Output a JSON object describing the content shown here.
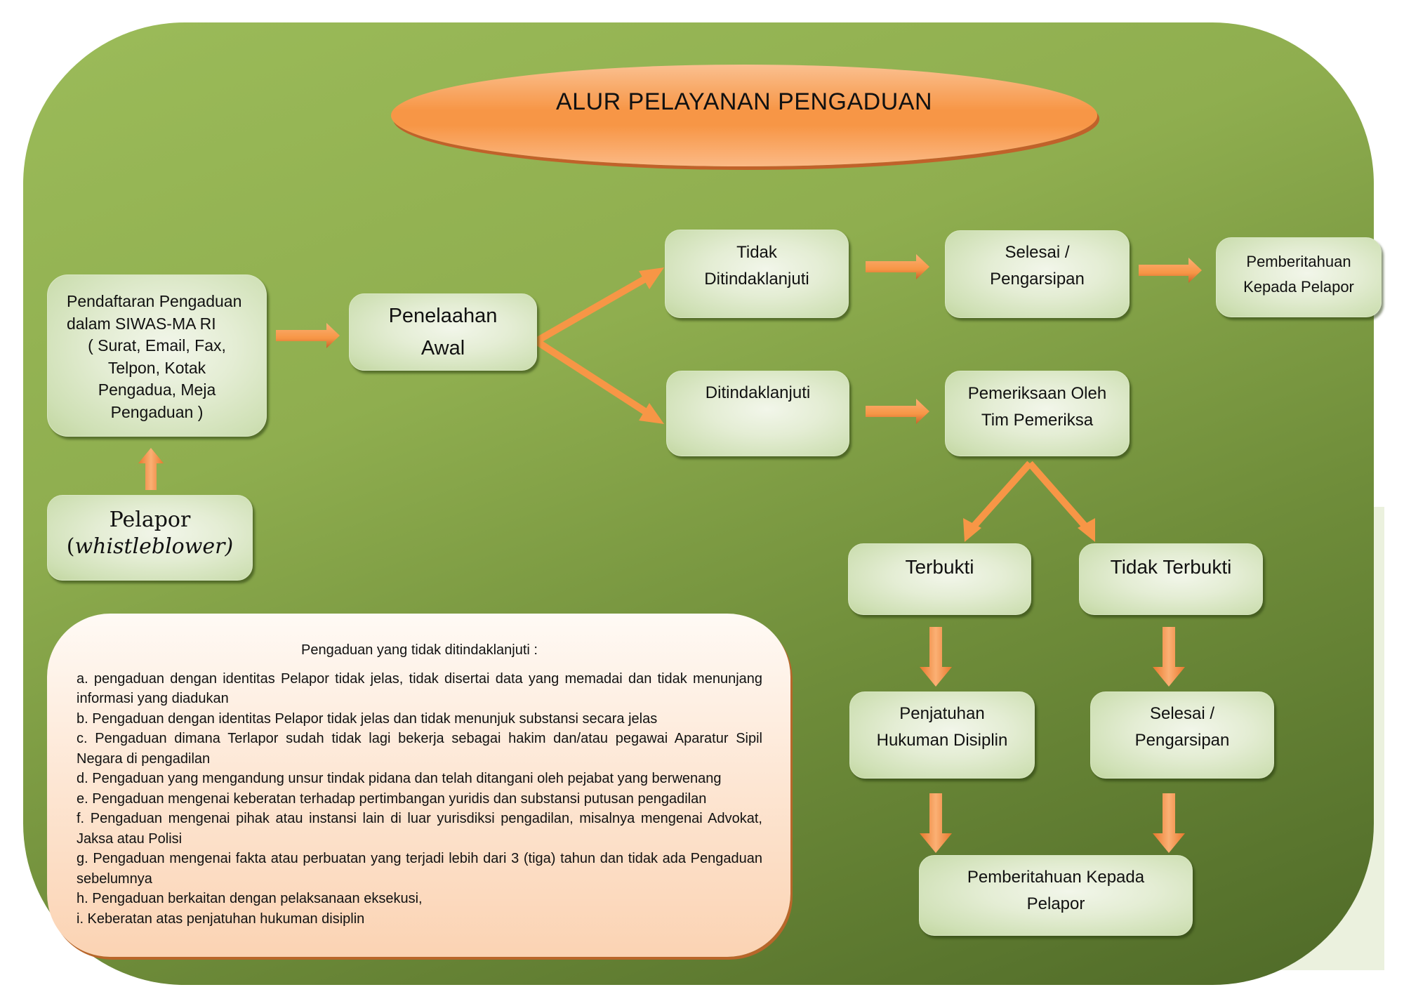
{
  "title": "ALUR PELAYANAN PENGADUAN",
  "colors": {
    "panel_green": "#9bbb59",
    "panel_green_dark": "#4f6a28",
    "arrow_orange": "#f79646",
    "box_green": "#e4edd4",
    "note_peach": "#fbd3b3"
  },
  "nodes": {
    "pendaftaran": {
      "lines": [
        "Pendaftaran Pengaduan",
        "dalam SIWAS-MA RI",
        "( Surat, Email, Fax,",
        "Telpon, Kotak",
        "Pengadua, Meja",
        "Pengaduan )"
      ]
    },
    "pelapor": {
      "line1": "Pelapor",
      "line2_open": "(",
      "line2_italic": "whistleblower)"
    },
    "penelaahan": {
      "lines": [
        "Penelaahan",
        "Awal"
      ]
    },
    "tidak_ditindaklanjuti": {
      "lines": [
        "Tidak",
        "Ditindaklanjuti"
      ]
    },
    "selesai_top": {
      "lines": [
        "Selesai /",
        "Pengarsipan"
      ]
    },
    "pemberitahuan_top": {
      "lines": [
        "Pemberitahuan",
        "Kepada Pelapor"
      ]
    },
    "ditindaklanjuti": {
      "lines": [
        "Ditindaklanjuti"
      ]
    },
    "pemeriksaan": {
      "lines": [
        "Pemeriksaan Oleh",
        "Tim Pemeriksa"
      ]
    },
    "terbukti": {
      "lines": [
        "Terbukti"
      ]
    },
    "tidak_terbukti": {
      "lines": [
        "Tidak Terbukti"
      ]
    },
    "penjatuhan": {
      "lines": [
        "Penjatuhan",
        "Hukuman Disiplin"
      ]
    },
    "selesai_bottom": {
      "lines": [
        "Selesai /",
        "Pengarsipan"
      ]
    },
    "pemberitahuan_bottom": {
      "lines": [
        "Pemberitahuan Kepada",
        "Pelapor"
      ]
    }
  },
  "edges": [
    {
      "from": "pelapor",
      "to": "pendaftaran"
    },
    {
      "from": "pendaftaran",
      "to": "penelaahan"
    },
    {
      "from": "penelaahan",
      "to": "tidak_ditindaklanjuti"
    },
    {
      "from": "penelaahan",
      "to": "ditindaklanjuti"
    },
    {
      "from": "tidak_ditindaklanjuti",
      "to": "selesai_top"
    },
    {
      "from": "selesai_top",
      "to": "pemberitahuan_top"
    },
    {
      "from": "ditindaklanjuti",
      "to": "pemeriksaan"
    },
    {
      "from": "pemeriksaan",
      "to": "terbukti"
    },
    {
      "from": "pemeriksaan",
      "to": "tidak_terbukti"
    },
    {
      "from": "terbukti",
      "to": "penjatuhan"
    },
    {
      "from": "tidak_terbukti",
      "to": "selesai_bottom"
    },
    {
      "from": "penjatuhan",
      "to": "pemberitahuan_bottom"
    },
    {
      "from": "selesai_bottom",
      "to": "pemberitahuan_bottom"
    }
  ],
  "note": {
    "heading": "Pengaduan yang tidak ditindaklanjuti :",
    "items": [
      "a. pengaduan dengan identitas Pelapor tidak jelas, tidak disertai data yang memadai dan tidak menunjang informasi yang diadukan",
      "b. Pengaduan dengan identitas Pelapor tidak jelas dan tidak menunjuk substansi secara jelas",
      "c. Pengaduan dimana Terlapor sudah tidak lagi bekerja sebagai hakim dan/atau pegawai Aparatur Sipil Negara di pengadilan",
      "d. Pengaduan yang mengandung unsur tindak pidana dan telah ditangani oleh pejabat yang berwenang",
      "e. Pengaduan mengenai keberatan terhadap pertimbangan yuridis dan substansi putusan pengadilan",
      "f. Pengaduan mengenai pihak atau instansi lain di luar yurisdiksi pengadilan, misalnya mengenai Advokat, Jaksa atau Polisi",
      "g. Pengaduan mengenai fakta atau perbuatan yang terjadi lebih dari 3 (tiga) tahun dan tidak ada Pengaduan sebelumnya",
      "h. Pengaduan berkaitan dengan pelaksanaan eksekusi,",
      "i. Keberatan atas penjatuhan hukuman disiplin"
    ]
  }
}
